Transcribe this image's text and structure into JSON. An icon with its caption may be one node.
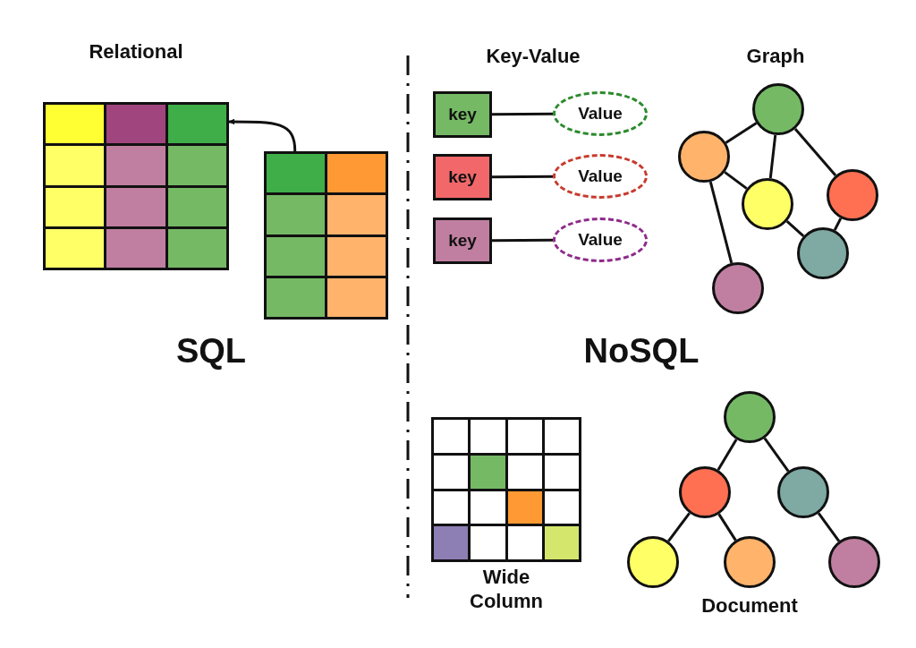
{
  "diagram": {
    "nodes": [
      {
        "text": [
          "Relational"
        ]
      },
      {
        "text": [],
        "shape": "table"
      },
      {
        "text": [
          "key"
        ]
      },
      {
        "text": [
          "Value"
        ]
      },
      {
        "text": [
          "key"
        ]
      },
      {
        "text": [
          "Value"
        ]
      },
      {
        "text": [
          "key"
        ]
      },
      {
        "text": [
          "Value"
        ]
      },
      {
        "text": [],
        "shape": "circle"
      },
      {
        "text": [],
        "shape": "circle"
      },
      {
        "text": [],
        "shape": "circle"
      },
      {
        "text": [],
        "shape": "circle"
      },
      {
        "text": [],
        "shape": "circle"
      },
      {
        "text": [],
        "shape": "circle"
      },
      {
        "text": [
          "Wide Column"
        ]
      },
      {
        "text": [],
        "shape": "circle"
      },
      {
        "text": [],
        "shape": "circle"
      },
      {
        "text": [],
        "shape": "circle"
      },
      {
        "text": [],
        "shape": "circle"
      },
      {
        "text": [],
        "shape": "circle"
      },
      {
        "text": [],
        "shape": "circle"
      }
    ],
    "edges": [
      {
        "from": 1,
        "to": 0,
        "arrow": "to"
      },
      {
        "from": 2,
        "to": 3,
        "arrow": "none"
      },
      {
        "from": 4,
        "to": 5,
        "arrow": "none"
      },
      {
        "from": 6,
        "to": 7,
        "arrow": "none"
      },
      {
        "from": 9,
        "to": 8,
        "arrow": "none"
      },
      {
        "from": 8,
        "to": 11,
        "arrow": "none"
      },
      {
        "from": 8,
        "to": 10,
        "arrow": "none"
      },
      {
        "from": 9,
        "to": 11,
        "arrow": "none"
      },
      {
        "from": 11,
        "to": 12,
        "arrow": "none"
      },
      {
        "from": 10,
        "to": 12,
        "arrow": "none"
      },
      {
        "from": 9,
        "to": 13,
        "arrow": "none"
      },
      {
        "from": 15,
        "to": 16,
        "arrow": "none"
      },
      {
        "from": 15,
        "to": 17,
        "arrow": "none"
      },
      {
        "from": 16,
        "to": 18,
        "arrow": "none"
      },
      {
        "from": 16,
        "to": 19,
        "arrow": "none"
      },
      {
        "from": 17,
        "to": 20,
        "arrow": "none"
      }
    ],
    "labels": [
      "Key-Value",
      "Graph",
      "SQL",
      "NoSQL",
      "Document"
    ]
  }
}
